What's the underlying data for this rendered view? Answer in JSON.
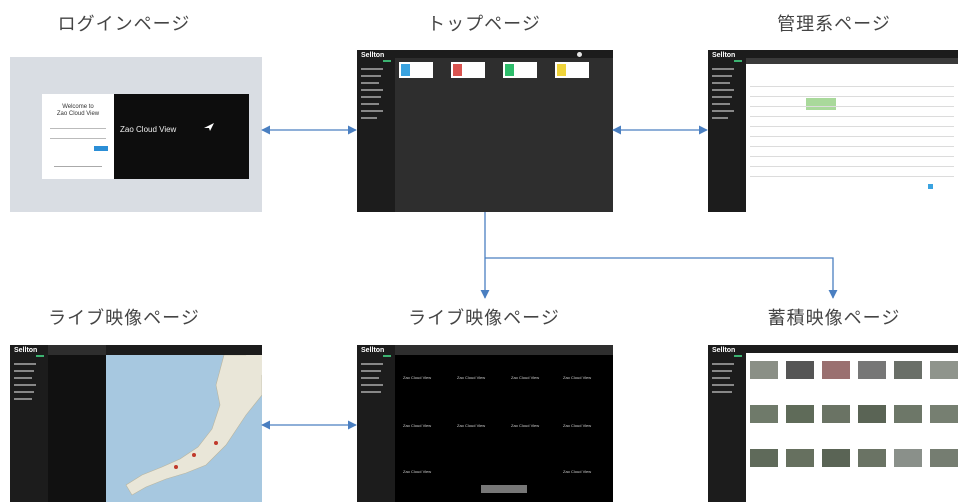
{
  "labels": {
    "login": "ログインページ",
    "top": "トップページ",
    "admin": "管理系ページ",
    "live_map": "ライブ映像ページ",
    "live_grid": "ライブ映像ページ",
    "archive": "蓄積映像ページ"
  },
  "login_thumb": {
    "welcome": "Welcome to",
    "app_name": "Zao Cloud View",
    "brand": "Zao Cloud View"
  },
  "app": {
    "logo": "Sellton"
  },
  "live_grid": {
    "cell_label": "Zao Cloud View"
  },
  "colors": {
    "arrow": "#4a7fc1",
    "card_blue": "#3aa3e0",
    "card_red": "#d9534f",
    "card_green": "#2ebd6b",
    "card_yellow": "#f0d43a",
    "highlight_green": "#a9d99b"
  }
}
